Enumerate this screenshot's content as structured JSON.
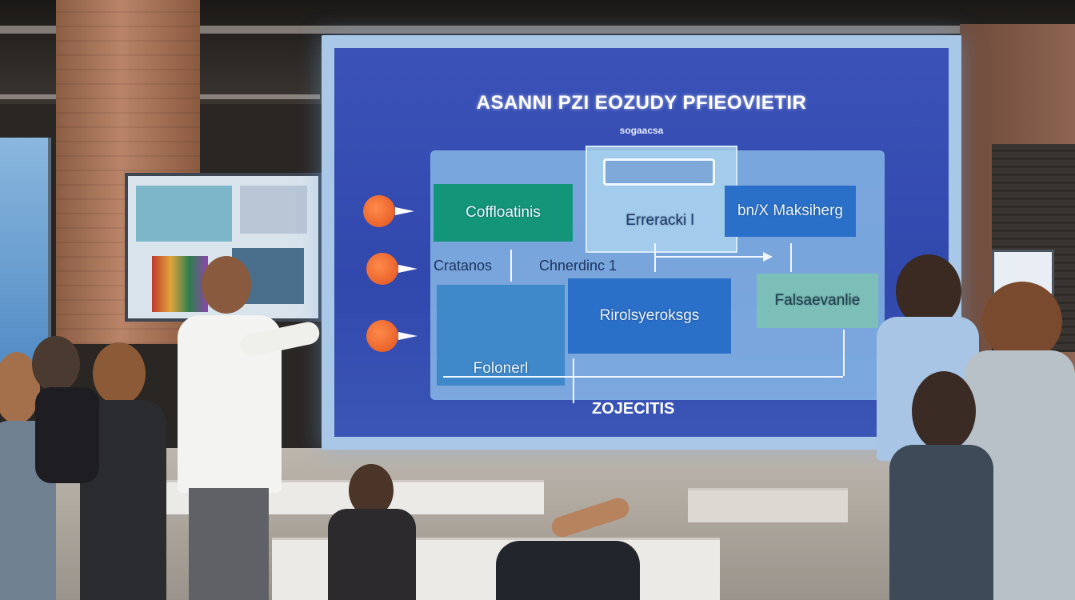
{
  "board": {
    "title": "ASANNI PZI EOZUDY PFIEOVIETIR",
    "subtitle": "sogaacsa",
    "boxes": {
      "green": "Coffloatinis",
      "center_top": "Erreracki l",
      "right_top": "bn/X Maksiherg",
      "center_mid": "Rirolsyeroksgs",
      "left_bottom": "Folonerl",
      "right_mid": "Falsaevanlie"
    },
    "labels": {
      "left_mid": "Cratanos",
      "center_label": "Chnerdinc 1"
    },
    "footer": "ZOJECITIS"
  },
  "colors": {
    "board_blue": "#3148ad",
    "panel": "#92c4ec",
    "green_box": "#13957a",
    "blue_box": "#2a6fc8",
    "bullet": "#e0521f"
  },
  "icons": {
    "bullets": [
      "pin-icon",
      "pin-icon",
      "pin-icon"
    ]
  }
}
